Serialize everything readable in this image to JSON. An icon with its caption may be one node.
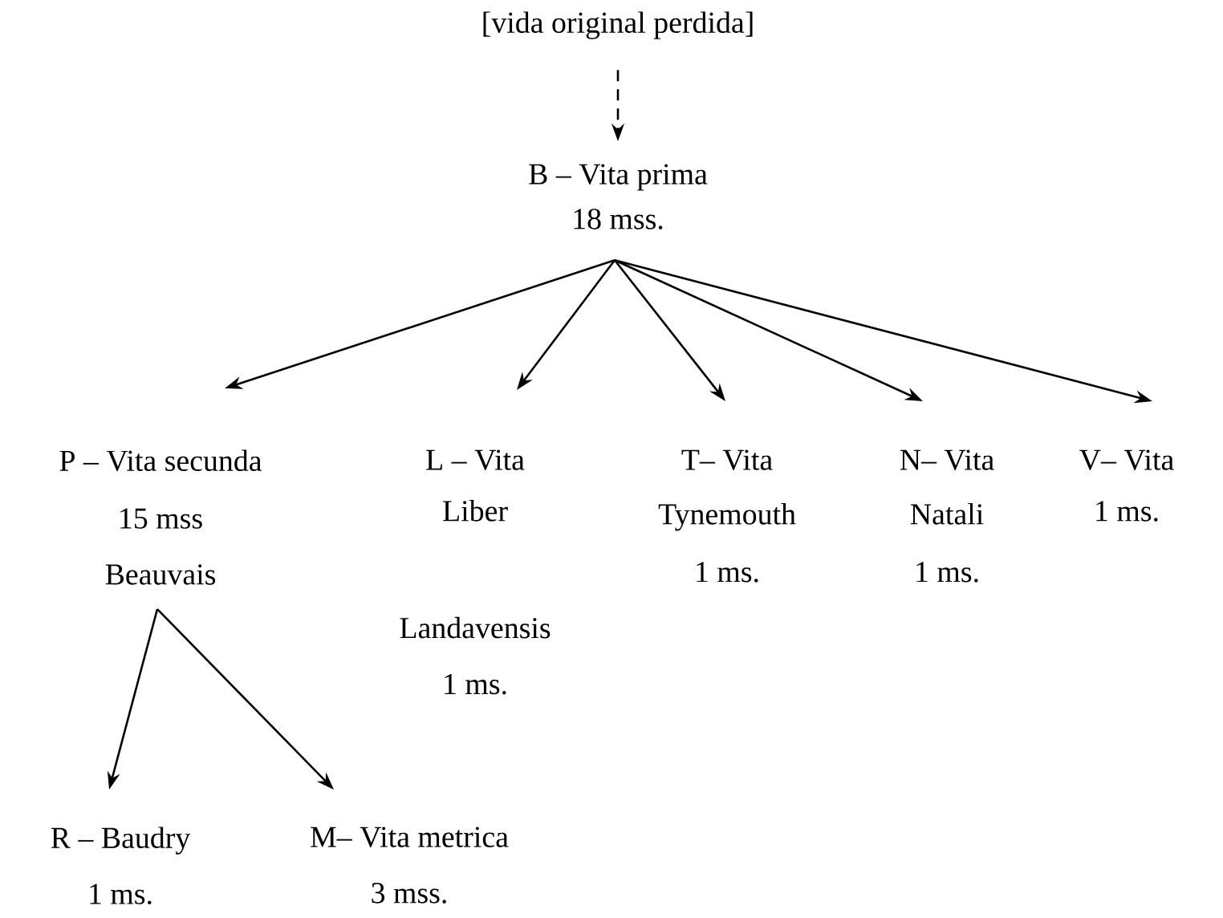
{
  "diagram": {
    "nodes": [
      {
        "text": [
          "[vida original perdida]"
        ]
      },
      {
        "text": [
          "B – Vita prima",
          "18 mss."
        ]
      },
      {
        "text": [
          "P – Vita secunda",
          "15 mss",
          "Beauvais"
        ]
      },
      {
        "text": [
          "L – Vita",
          "Liber",
          "Landavensis",
          "1 ms."
        ]
      },
      {
        "text": [
          "T– Vita",
          "Tynemouth",
          "1 ms."
        ]
      },
      {
        "text": [
          "N– Vita",
          "Natali",
          "1 ms."
        ]
      },
      {
        "text": [
          "V– Vita",
          "1 ms."
        ]
      },
      {
        "text": [
          "R – Baudry",
          "1 ms."
        ]
      },
      {
        "text": [
          "M– Vita metrica",
          "3 mss."
        ]
      }
    ],
    "edges": [
      {
        "from": 0,
        "to": 1,
        "arrow": "to",
        "style": "dashed"
      },
      {
        "from": 1,
        "to": 2,
        "arrow": "to"
      },
      {
        "from": 1,
        "to": 3,
        "arrow": "to"
      },
      {
        "from": 1,
        "to": 4,
        "arrow": "to"
      },
      {
        "from": 1,
        "to": 5,
        "arrow": "to"
      },
      {
        "from": 1,
        "to": 6,
        "arrow": "to"
      },
      {
        "from": 2,
        "to": 7,
        "arrow": "to"
      },
      {
        "from": 2,
        "to": 8,
        "arrow": "to"
      }
    ]
  }
}
